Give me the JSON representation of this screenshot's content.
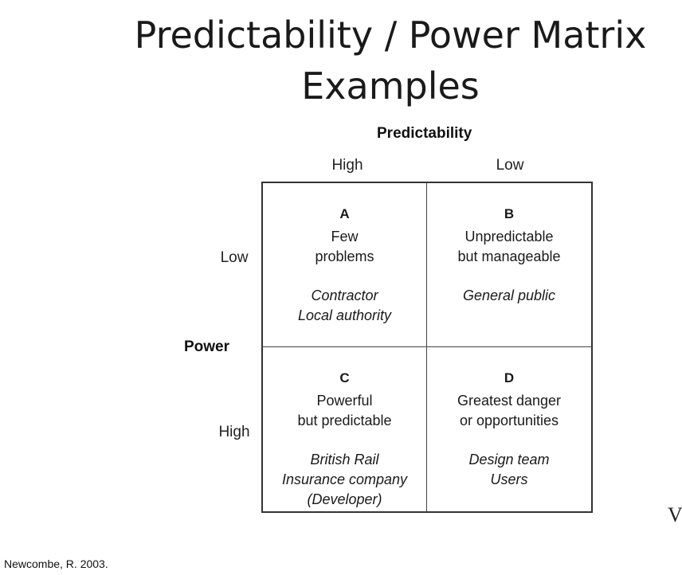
{
  "title": {
    "line1": "Predictability / Power Matrix",
    "line2": "Examples"
  },
  "predictability": {
    "label": "Predictability",
    "high": "High",
    "low": "Low"
  },
  "power": {
    "label": "Power",
    "low": "Low",
    "high": "High"
  },
  "quadrants": [
    {
      "letter": "A",
      "desc": [
        "Few",
        "problems"
      ],
      "examples": [
        "Contractor",
        "Local authority"
      ]
    },
    {
      "letter": "B",
      "desc": [
        "Unpredictable",
        "but manageable"
      ],
      "examples": [
        "General public"
      ]
    },
    {
      "letter": "C",
      "desc": [
        "Powerful",
        "but predictable"
      ],
      "examples": [
        "British Rail",
        "Insurance company",
        "(Developer)"
      ]
    },
    {
      "letter": "D",
      "desc": [
        "Greatest danger",
        "or opportunities"
      ],
      "examples": [
        "Design team",
        "Users"
      ]
    }
  ],
  "citation": "Newcombe, R. 2003.",
  "edge_mark": "V"
}
